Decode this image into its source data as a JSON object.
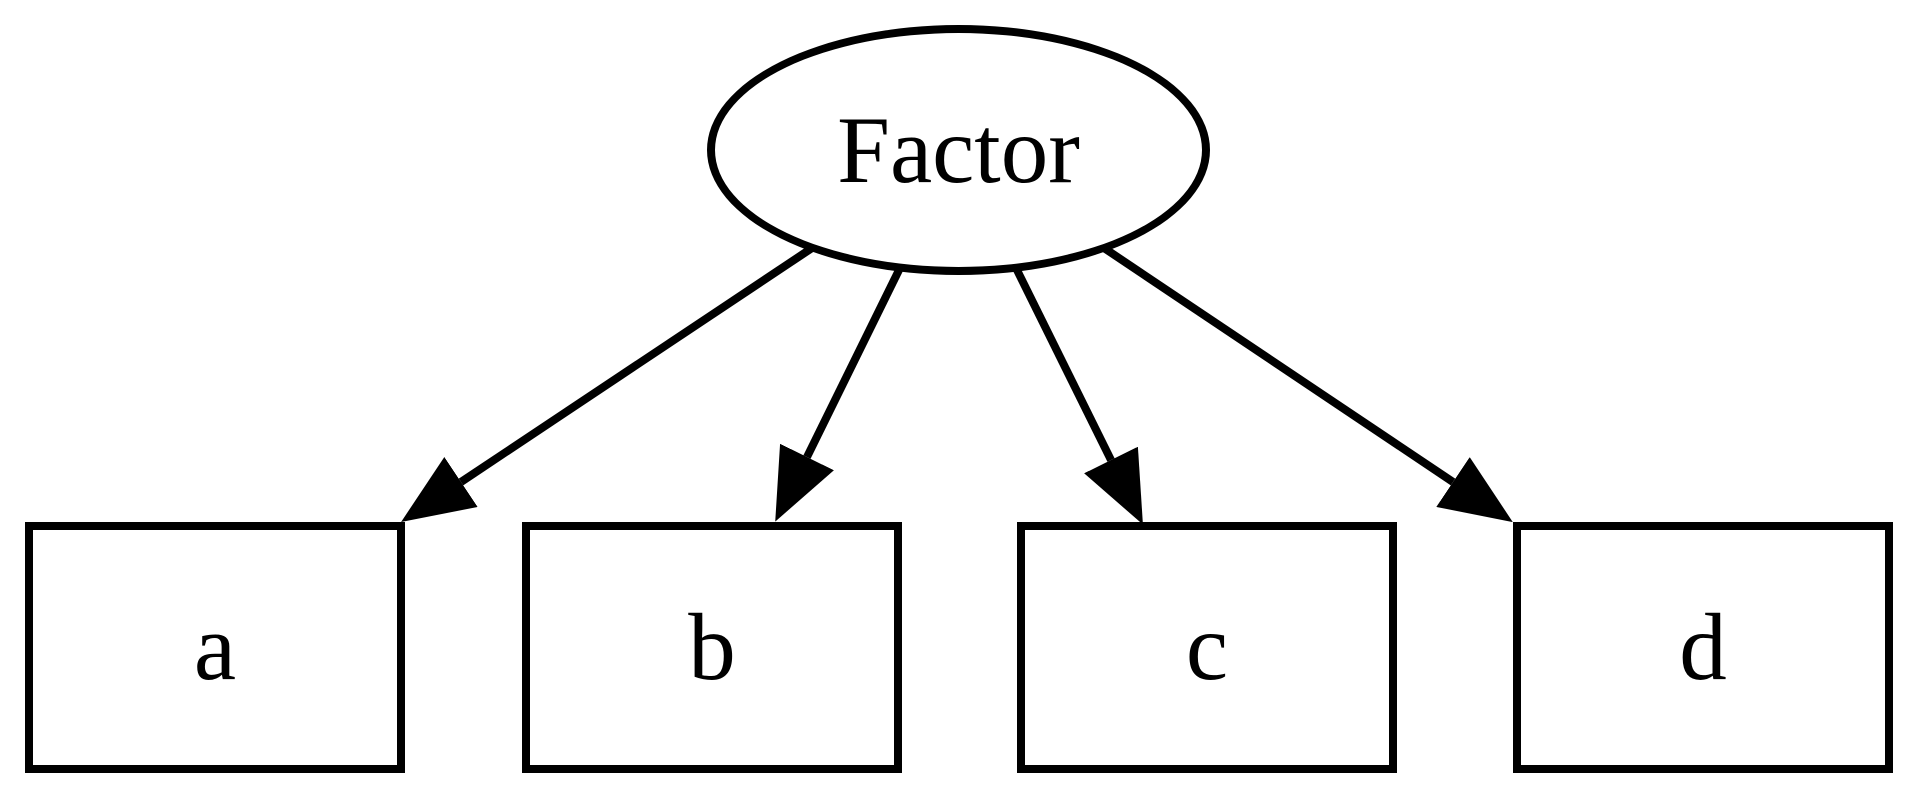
{
  "diagram": {
    "title": "factor model path diagram",
    "background_color": "#ffffff",
    "stroke_color": "#000000",
    "factor_node": {
      "label": "Factor",
      "shape": "ellipse"
    },
    "observed_nodes": [
      {
        "id": "a",
        "label": "a",
        "shape": "box"
      },
      {
        "id": "b",
        "label": "b",
        "shape": "box"
      },
      {
        "id": "c",
        "label": "c",
        "shape": "box"
      },
      {
        "id": "d",
        "label": "d",
        "shape": "box"
      }
    ],
    "edges": [
      {
        "from": "Factor",
        "to": "a",
        "directed": true
      },
      {
        "from": "Factor",
        "to": "b",
        "directed": true
      },
      {
        "from": "Factor",
        "to": "c",
        "directed": true
      },
      {
        "from": "Factor",
        "to": "d",
        "directed": true
      }
    ]
  }
}
